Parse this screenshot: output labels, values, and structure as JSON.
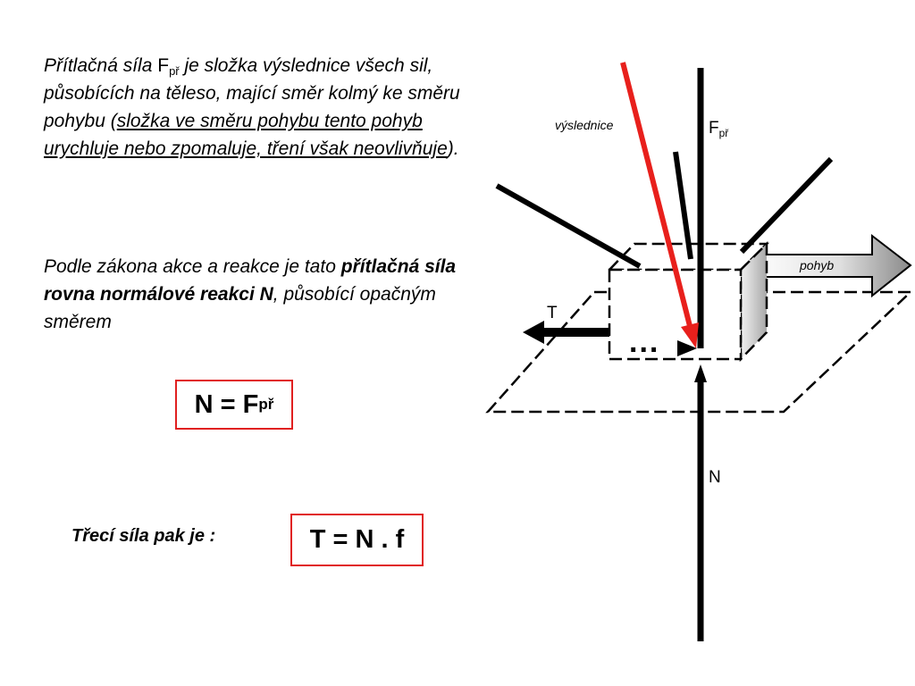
{
  "paragraph1": {
    "t1": "Přítlačná síla ",
    "force_symbol": "F",
    "force_sub": "př",
    "t2": " je složka výslednice všech sil, působících na těleso, mající směr kolmý ke směru pohybu (",
    "underlined": "složka ve směru pohybu tento pohyb urychluje nebo zpomaluje, tření však neovlivňuje",
    "t3": ")."
  },
  "paragraph2": {
    "t1": "Podle zákona akce a reakce je tato ",
    "bold": "přítlačná síla rovna normálové reakci N",
    "t2": ", působící opačným směrem"
  },
  "equation1": {
    "lhs": "N = F",
    "sub": "př"
  },
  "friction": {
    "label": "Třecí síla pak je :",
    "equation": "T = N . f"
  },
  "diagram": {
    "resultant_label": "výslednice",
    "normal_force_label": "F",
    "normal_force_sub": "př",
    "motion_label": "pohyb",
    "friction_label": "T",
    "reaction_label": "N",
    "ellipsis": "...",
    "colors": {
      "resultant_arrow": "#e8201c",
      "frame": "#e02020"
    }
  }
}
